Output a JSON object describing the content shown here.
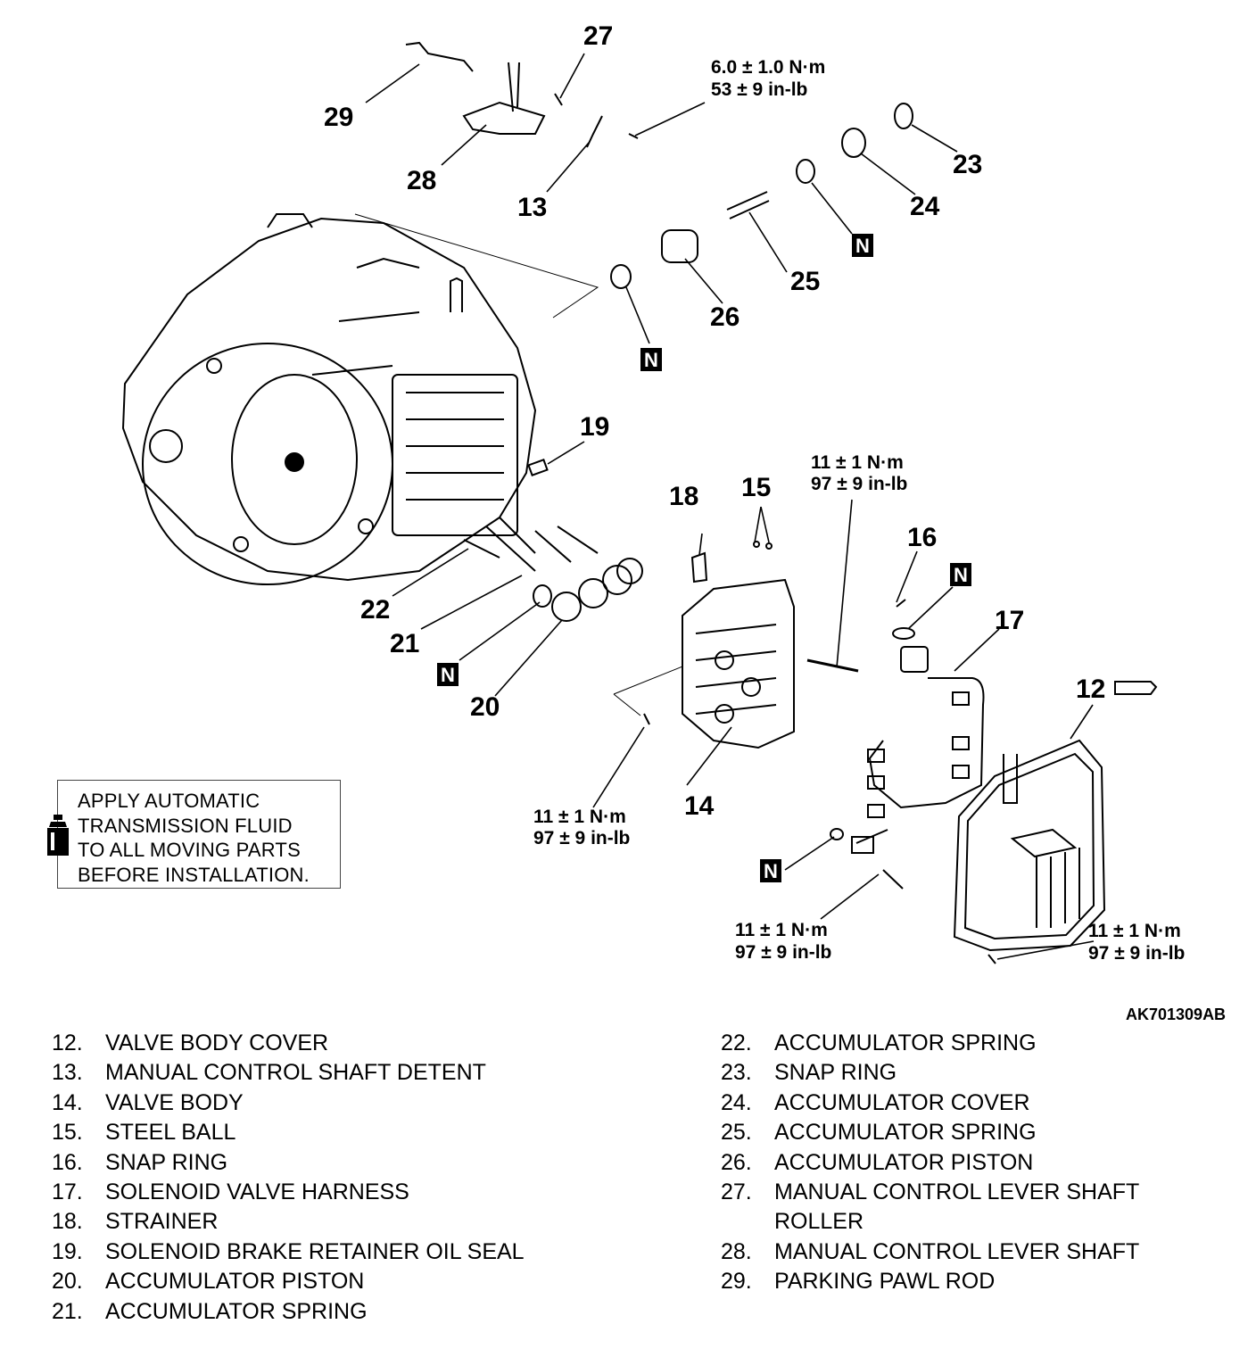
{
  "callouts": {
    "c27": "27",
    "c29": "29",
    "c28": "28",
    "c13": "13",
    "c23": "23",
    "c24": "24",
    "c25": "25",
    "c26": "26",
    "c19": "19",
    "c18": "18",
    "c15": "15",
    "c16": "16",
    "c17": "17",
    "c12": "12",
    "c22": "22",
    "c21": "21",
    "c20": "20",
    "c14": "14"
  },
  "n_mark": "N",
  "torque": {
    "top": {
      "nm": "6.0 ± 1.0 N·m",
      "inlb": "53 ± 9 in-lb"
    },
    "valve_body": {
      "nm": "11 ± 1 N·m",
      "inlb": "97 ± 9 in-lb"
    },
    "lower_left": {
      "nm": "11 ± 1 N·m",
      "inlb": "97 ± 9 in-lb"
    },
    "lower_mid": {
      "nm": "11 ± 1 N·m",
      "inlb": "97 ± 9 in-lb"
    },
    "lower_right": {
      "nm": "11 ± 1 N·m",
      "inlb": "97 ± 9 in-lb"
    }
  },
  "note": "APPLY AUTOMATIC\nTRANSMISSION FLUID\nTO ALL MOVING PARTS\nBEFORE INSTALLATION.",
  "figure_code": "AK701309AB",
  "parts_left": [
    {
      "num": "12.",
      "name": "VALVE BODY COVER"
    },
    {
      "num": "13.",
      "name": "MANUAL CONTROL SHAFT DETENT"
    },
    {
      "num": "14.",
      "name": "VALVE BODY"
    },
    {
      "num": "15.",
      "name": "STEEL BALL"
    },
    {
      "num": "16.",
      "name": "SNAP RING"
    },
    {
      "num": "17.",
      "name": "SOLENOID VALVE HARNESS"
    },
    {
      "num": "18.",
      "name": "STRAINER"
    },
    {
      "num": "19.",
      "name": "SOLENOID BRAKE RETAINER OIL SEAL"
    },
    {
      "num": "20.",
      "name": "ACCUMULATOR PISTON"
    },
    {
      "num": "21.",
      "name": "ACCUMULATOR SPRING"
    }
  ],
  "parts_right": [
    {
      "num": "22.",
      "name": "ACCUMULATOR SPRING"
    },
    {
      "num": "23.",
      "name": "SNAP RING"
    },
    {
      "num": "24.",
      "name": "ACCUMULATOR COVER"
    },
    {
      "num": "25.",
      "name": "ACCUMULATOR SPRING"
    },
    {
      "num": "26.",
      "name": "ACCUMULATOR PISTON"
    },
    {
      "num": "27.",
      "name": "MANUAL CONTROL LEVER SHAFT ROLLER"
    },
    {
      "num": "28.",
      "name": "MANUAL CONTROL LEVER SHAFT"
    },
    {
      "num": "29.",
      "name": "PARKING PAWL ROD"
    }
  ]
}
